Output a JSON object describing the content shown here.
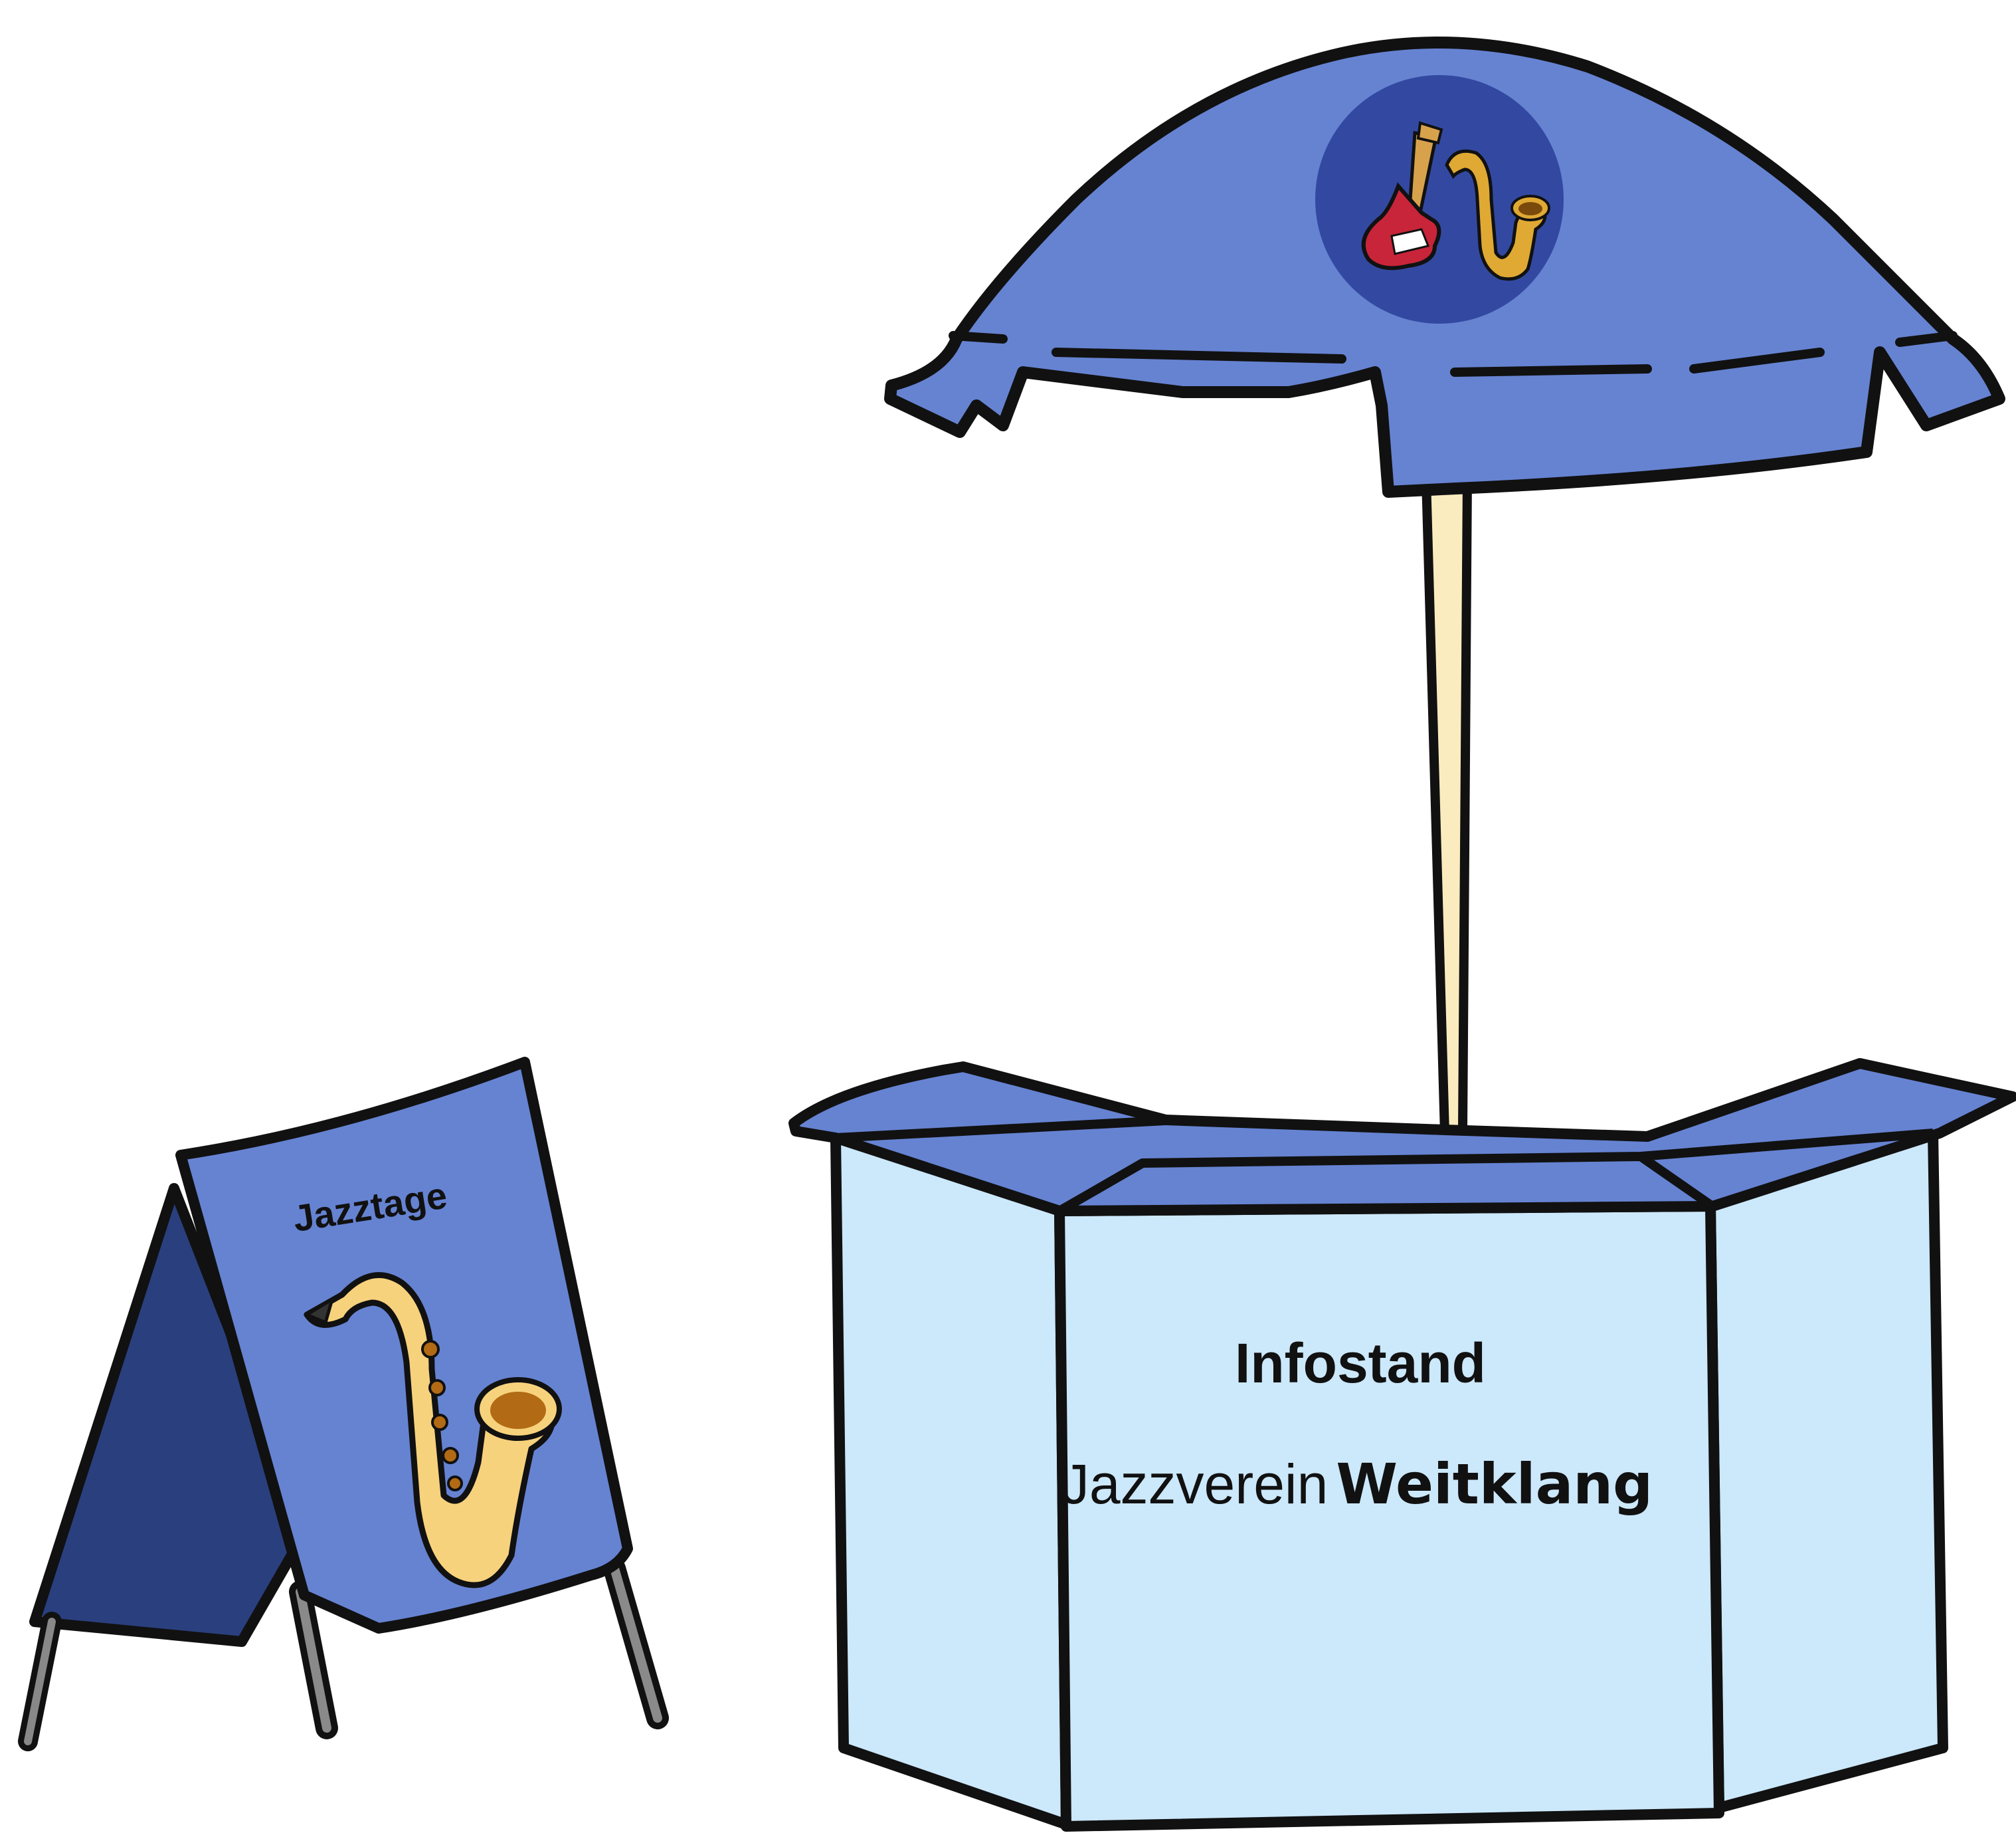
{
  "sign": {
    "title": "Jazztage"
  },
  "booth": {
    "title": "Infostand",
    "subtitle_prefix": "Jazzverein",
    "subtitle_brand": "Weitklang"
  },
  "umbrella": {
    "logo": [
      "electric-guitar-icon",
      "saxophone-icon"
    ]
  },
  "colors": {
    "outline": "#111111",
    "blue_mid": "#6683d2",
    "blue_dark": "#2a3f7e",
    "logo_circle": "#3349a1",
    "counter_front": "#cce8fb",
    "pole": "#fbecc0",
    "sax_gold": "#f7d27c",
    "sax_key": "#b36a14",
    "guitar_red": "#c8253a"
  }
}
